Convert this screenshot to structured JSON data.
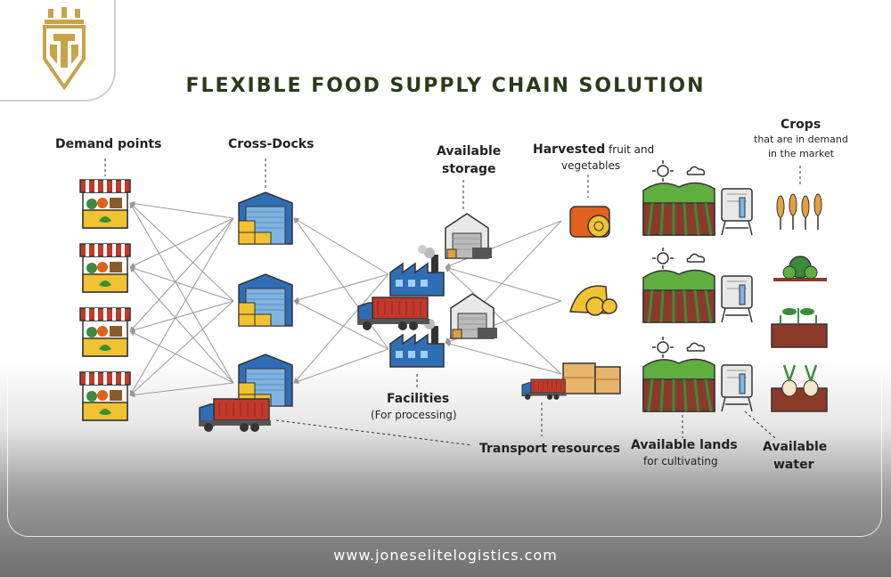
{
  "title": "FLEXIBLE FOOD SUPPLY CHAIN SOLUTION",
  "website": "www.joneselitelogistics.com",
  "logo": {
    "icon": "crown-shield-logo",
    "color": "#c9a34a"
  },
  "labels": {
    "demand_points": "Demand points",
    "cross_docks": "Cross-Docks",
    "available_storage_line1": "Available",
    "available_storage_line2": "storage",
    "harvested_bold": "Harvested",
    "harvested_rest": " fruit and",
    "harvested_line2": "vegetables",
    "crops": "Crops",
    "crops_line2": "that are in demand",
    "crops_line3": "in the market",
    "facilities": "Facilities",
    "facilities_sub": "(For processing)",
    "transport_resources": "Transport resources",
    "available_lands": "Available lands",
    "available_lands_sub": "for cultivating",
    "available_water_line1": "Available",
    "available_water_line2": "water"
  },
  "colors": {
    "accent": "#2c3a1a",
    "awning": "#c0392b",
    "crate": "#f1c232",
    "factory": "#2f6db5",
    "field": "#3a8c3a"
  }
}
